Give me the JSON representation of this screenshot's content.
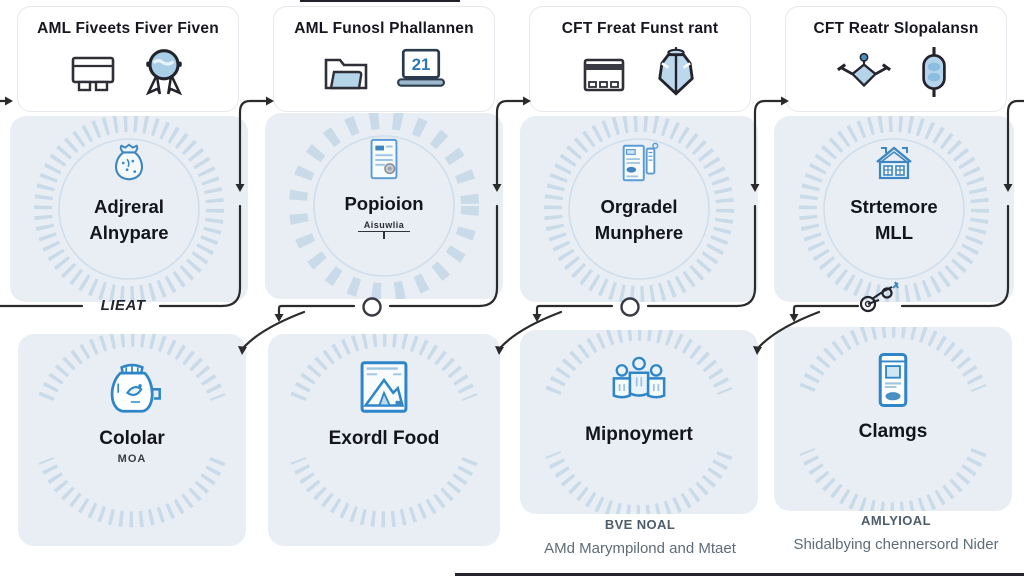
{
  "palette": {
    "box_bg": "#e9eef4",
    "ring": "#a9c6dc",
    "icon_blue": "#3e86c0",
    "dark_text": "#14141e",
    "arrow": "#2b2b2b",
    "caption_gray": "#5e6c78"
  },
  "columns": [
    {
      "header": "AML Fiveets Fiver Fiven",
      "top_icons": [
        {
          "name": "table-icon"
        },
        {
          "name": "medal-icon"
        }
      ],
      "stage": {
        "icon": "money-bag-icon",
        "lines": [
          "Adjreral",
          "Alnypare"
        ]
      },
      "connector": {
        "type": "label",
        "label": "LIEAT"
      },
      "substage": {
        "icon": "kettle-icon",
        "lines": [
          "Cololar"
        ],
        "subtitle": "MOA"
      }
    },
    {
      "header": "AML Funosl Phallannen",
      "top_icons": [
        {
          "name": "folder-icon"
        },
        {
          "name": "laptop-icon",
          "text": "21"
        }
      ],
      "stage": {
        "icon": "certificate-icon",
        "lines": [
          "Popioion"
        ],
        "subtitle": "Aisuwlia"
      },
      "connector": {
        "type": "circle"
      },
      "substage": {
        "icon": "picture-icon",
        "lines": [
          "Exordl Food"
        ]
      }
    },
    {
      "header": "CFT Freat Funst rant",
      "top_icons": [
        {
          "name": "card-icon"
        },
        {
          "name": "vest-icon"
        }
      ],
      "stage": {
        "icon": "receipt-icon",
        "lines": [
          "Orgradel",
          "Munphere"
        ]
      },
      "connector": {
        "type": "circle"
      },
      "substage": {
        "icon": "people-icon",
        "lines": [
          "Mipnoymert"
        ]
      },
      "caption": {
        "title": "BVE NOAL",
        "text": "AMd Marympilond and Mtaet"
      }
    },
    {
      "header": "CFT Reatr Slopalansn",
      "top_icons": [
        {
          "name": "drone-icon"
        },
        {
          "name": "capsule-icon"
        }
      ],
      "stage": {
        "icon": "bank-icon",
        "lines": [
          "Strtemore",
          "MLL"
        ]
      },
      "connector": {
        "type": "doodle"
      },
      "substage": {
        "icon": "phone-icon",
        "lines": [
          "Clamgs"
        ]
      },
      "caption": {
        "title": "AMLYIOAL",
        "text": "Shidalbying chennersord Nider"
      }
    }
  ]
}
